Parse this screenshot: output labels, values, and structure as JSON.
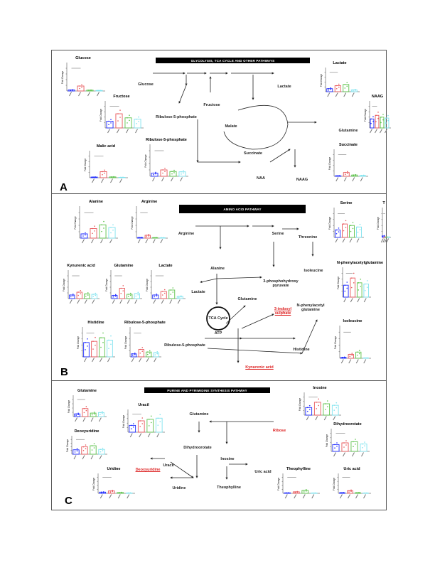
{
  "colors": {
    "group1": "#1f2bff",
    "group2": "#e8575a",
    "group3": "#5cc24a",
    "group4": "#7fe3ef",
    "header_bg": "#000000"
  },
  "y_axis_label": "Fold Change",
  "panels": [
    {
      "letter": "A",
      "header": "GLYCOLYSIS, TCA CYCLE AND OTHER PATHWAYS",
      "nodes": [
        "Glucose",
        "Ribulose-5-phosphate",
        "Fructose",
        "Lactate",
        "Malate",
        "Succinate",
        "Glutamine",
        "NAA",
        "NAAG"
      ]
    },
    {
      "letter": "B",
      "header": "AMINO ACID PATHWAY",
      "nodes": [
        "Arginine",
        "Serine",
        "Threonine",
        "Alanine",
        "Isoleucine",
        "Lactate",
        "3-phosphohydroxy pyruvate",
        "Glutamine",
        "TCA Cycle",
        "ATP",
        "3-indoxyl sulphate",
        "N-phenylacetyl glutamine",
        "Ribulose-5-phosphate",
        "Histidine",
        "Kynurenic acid"
      ]
    },
    {
      "letter": "C",
      "header": "PURINE AND PYRIMIDINE SYNTHESIS PATHWAY",
      "nodes": [
        "Glutamine",
        "Ribose",
        "Dihydroorotate",
        "Inosine",
        "Uric acid",
        "Theophylline",
        "Deoxyuridine",
        "Uracil",
        "Uridine"
      ]
    }
  ],
  "chart_data": [
    {
      "type": "bar",
      "title": "Glucose",
      "values": [
        15,
        70,
        12,
        8
      ],
      "ylim": [
        0,
        400
      ]
    },
    {
      "type": "bar",
      "title": "Fructose",
      "values": [
        1.0,
        2.1,
        1.5,
        1.3
      ],
      "ylim": [
        0,
        4
      ]
    },
    {
      "type": "bar",
      "title": "Malic acid",
      "values": [
        10,
        90,
        12,
        6
      ],
      "ylim": [
        0,
        400
      ]
    },
    {
      "type": "bar",
      "title": "Ribulose-5-phosphate",
      "values": [
        1.0,
        2.0,
        1.5,
        1.4
      ],
      "ylim": [
        0,
        10
      ]
    },
    {
      "type": "bar",
      "title": "Lactate",
      "values": [
        1.0,
        2.0,
        2.4,
        0.6
      ],
      "ylim": [
        0,
        8
      ]
    },
    {
      "type": "bar",
      "title": "NAAG",
      "values": [
        1.0,
        1.4,
        1.2,
        1.1
      ],
      "ylim": [
        0,
        3
      ]
    },
    {
      "type": "bar",
      "title": "Succinate",
      "values": [
        5,
        35,
        12,
        8
      ],
      "ylim": [
        0,
        250
      ]
    },
    {
      "type": "bar",
      "title": "Alanine",
      "values": [
        0.8,
        1.8,
        2.5,
        2.0
      ],
      "ylim": [
        0,
        6
      ]
    },
    {
      "type": "bar",
      "title": "Arginine",
      "values": [
        10,
        45,
        8,
        6
      ],
      "ylim": [
        0,
        500
      ]
    },
    {
      "type": "bar",
      "title": "Kynurenic acid",
      "values": [
        1.0,
        1.8,
        1.3,
        1.2
      ],
      "ylim": [
        0,
        8
      ]
    },
    {
      "type": "bar",
      "title": "Glutamine",
      "values": [
        0.9,
        2.9,
        1.2,
        1.4
      ],
      "ylim": [
        0,
        8
      ]
    },
    {
      "type": "bar",
      "title": "Lactate",
      "values": [
        1.0,
        2.0,
        2.4,
        0.6
      ],
      "ylim": [
        0,
        8
      ]
    },
    {
      "type": "bar",
      "title": "Histidine",
      "values": [
        1.2,
        1.3,
        1.6,
        1.4
      ],
      "ylim": [
        0,
        2.5
      ]
    },
    {
      "type": "bar",
      "title": "Ribulose-5-phosphate",
      "values": [
        0.8,
        2.0,
        1.3,
        1.1
      ],
      "ylim": [
        0,
        8
      ]
    },
    {
      "type": "bar",
      "title": "Serine",
      "values": [
        1.0,
        1.8,
        1.6,
        1.4
      ],
      "ylim": [
        0,
        4
      ]
    },
    {
      "type": "bar",
      "title": "T",
      "values": [
        5,
        0,
        0,
        0
      ],
      "ylim": [
        0,
        100
      ]
    },
    {
      "type": "bar",
      "title": "N-phenylacetylglutamine",
      "values": [
        1.0,
        1.6,
        1.2,
        1.1
      ],
      "ylim": [
        0,
        2.5
      ]
    },
    {
      "type": "bar",
      "title": "Isoleucine",
      "values": [
        15,
        60,
        95,
        5
      ],
      "ylim": [
        0,
        500
      ]
    },
    {
      "type": "bar",
      "title": "Glutamine",
      "values": [
        1.0,
        3.0,
        1.3,
        1.5
      ],
      "ylim": [
        0,
        8
      ]
    },
    {
      "type": "bar",
      "title": "Uracil",
      "values": [
        1.8,
        3.0,
        3.4,
        3.7
      ],
      "ylim": [
        0,
        6
      ]
    },
    {
      "type": "bar",
      "title": "Deoxyuridine",
      "values": [
        1.2,
        2.0,
        2.3,
        1.3
      ],
      "ylim": [
        0,
        5
      ]
    },
    {
      "type": "bar",
      "title": "Uridine",
      "values": [
        15,
        30,
        10,
        5
      ],
      "ylim": [
        0,
        250
      ]
    },
    {
      "type": "bar",
      "title": "Inosine",
      "values": [
        1.0,
        1.7,
        1.5,
        1.3
      ],
      "ylim": [
        0,
        3
      ]
    },
    {
      "type": "bar",
      "title": "Dihydroorotate",
      "values": [
        1.2,
        1.5,
        1.7,
        1.3
      ],
      "ylim": [
        0,
        4
      ]
    },
    {
      "type": "bar",
      "title": "Theophylline",
      "values": [
        10,
        30,
        60,
        5
      ],
      "ylim": [
        0,
        400
      ]
    },
    {
      "type": "bar",
      "title": "Uric acid",
      "values": [
        10,
        40,
        10,
        5
      ],
      "ylim": [
        0,
        300
      ]
    }
  ]
}
